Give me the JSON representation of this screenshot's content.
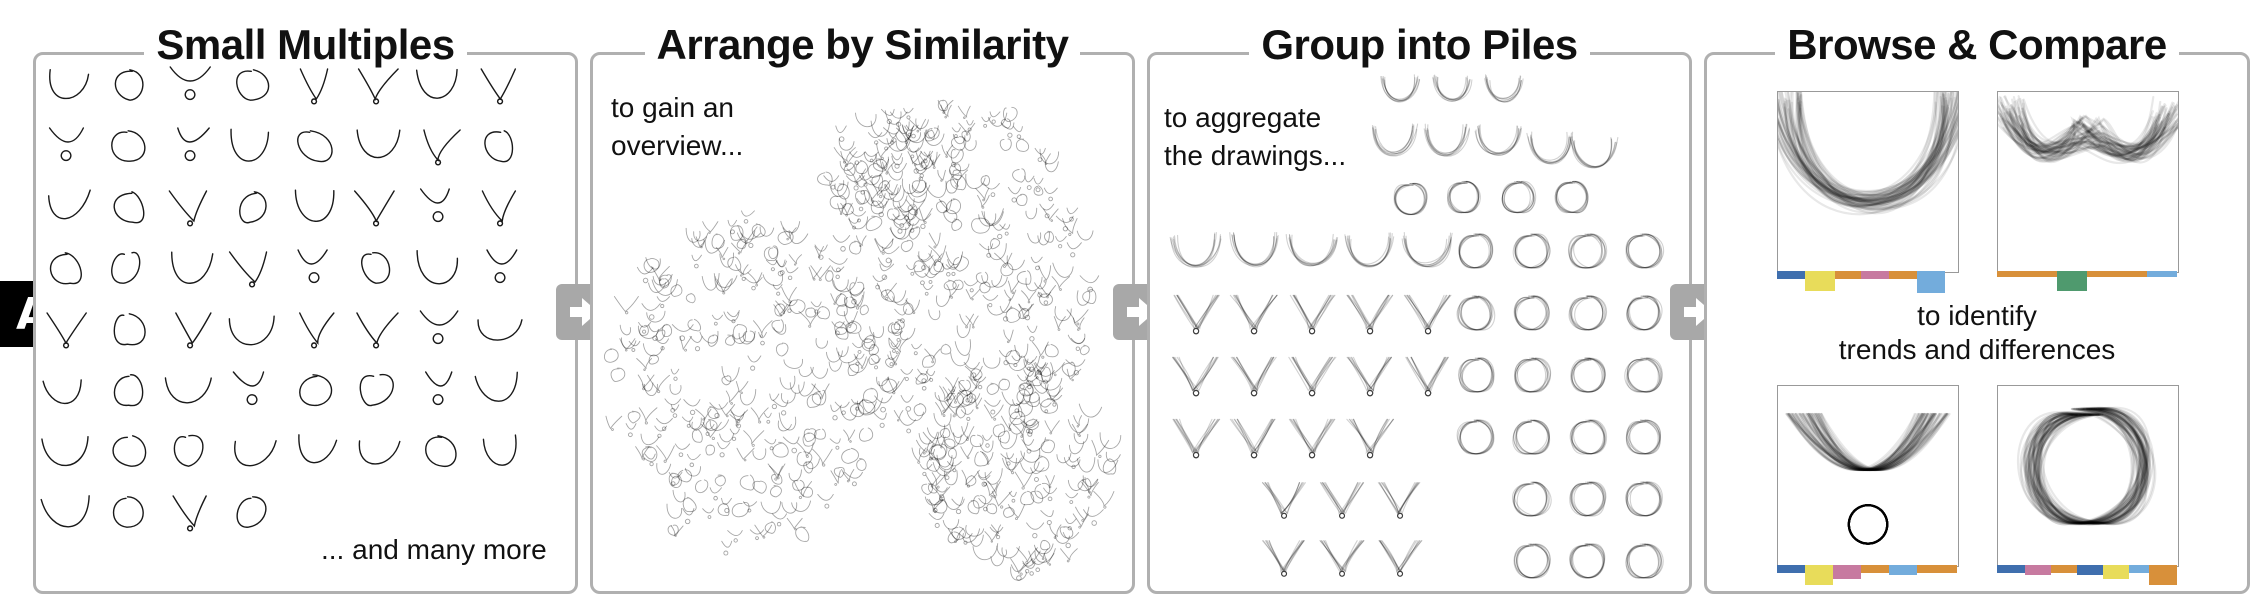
{
  "badge": "A",
  "panels": {
    "small_multiples": {
      "title": "Small Multiples",
      "more_label": "... and many more"
    },
    "arrange": {
      "title": "Arrange by Similarity",
      "caption_1": "to gain an",
      "caption_2": "overview..."
    },
    "group": {
      "title": "Group into Piles",
      "caption_1": "to aggregate",
      "caption_2": "the drawings..."
    },
    "browse": {
      "title": "Browse & Compare",
      "caption_1": "to identify",
      "caption_2": "trends and differences"
    }
  },
  "colors": {
    "blue": "#3f6fae",
    "yellow": "#e8dc5a",
    "pink": "#c77aa0",
    "orange": "#d8903a",
    "lightblue": "#73acdc",
    "green": "#4f9a6e",
    "border": "#b0b0b0",
    "arrow": "#a8a8a8"
  },
  "icons": {
    "arrow": "arrow-right-icon"
  }
}
